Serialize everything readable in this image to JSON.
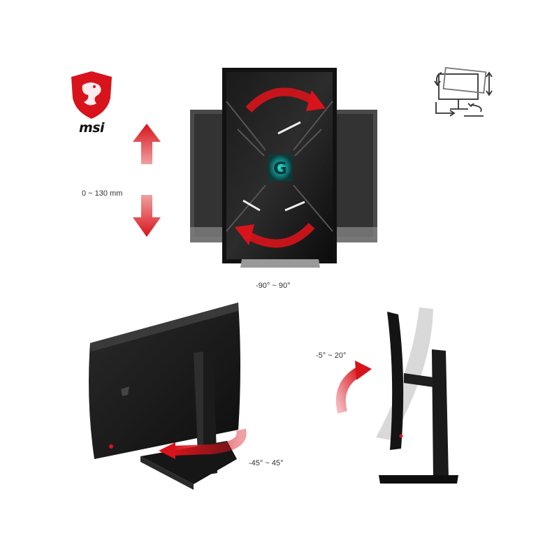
{
  "brand": {
    "logo_text": "msi",
    "accent_color": "#d8131b"
  },
  "features": {
    "height": {
      "label": "0 ~ 130 mm",
      "icon": "up-down-arrows-icon"
    },
    "pivot": {
      "label": "-90° ~ 90°",
      "icon": "rotate-arrows-icon"
    },
    "swivel": {
      "label": "-45° ~ 45°",
      "icon": "curved-arrow-icon"
    },
    "tilt": {
      "label": "-5° ~ 20°",
      "icon": "curved-arrow-icon"
    }
  },
  "adjust_icon": "ergonomic-adjust-icon",
  "screen_logo": "G"
}
